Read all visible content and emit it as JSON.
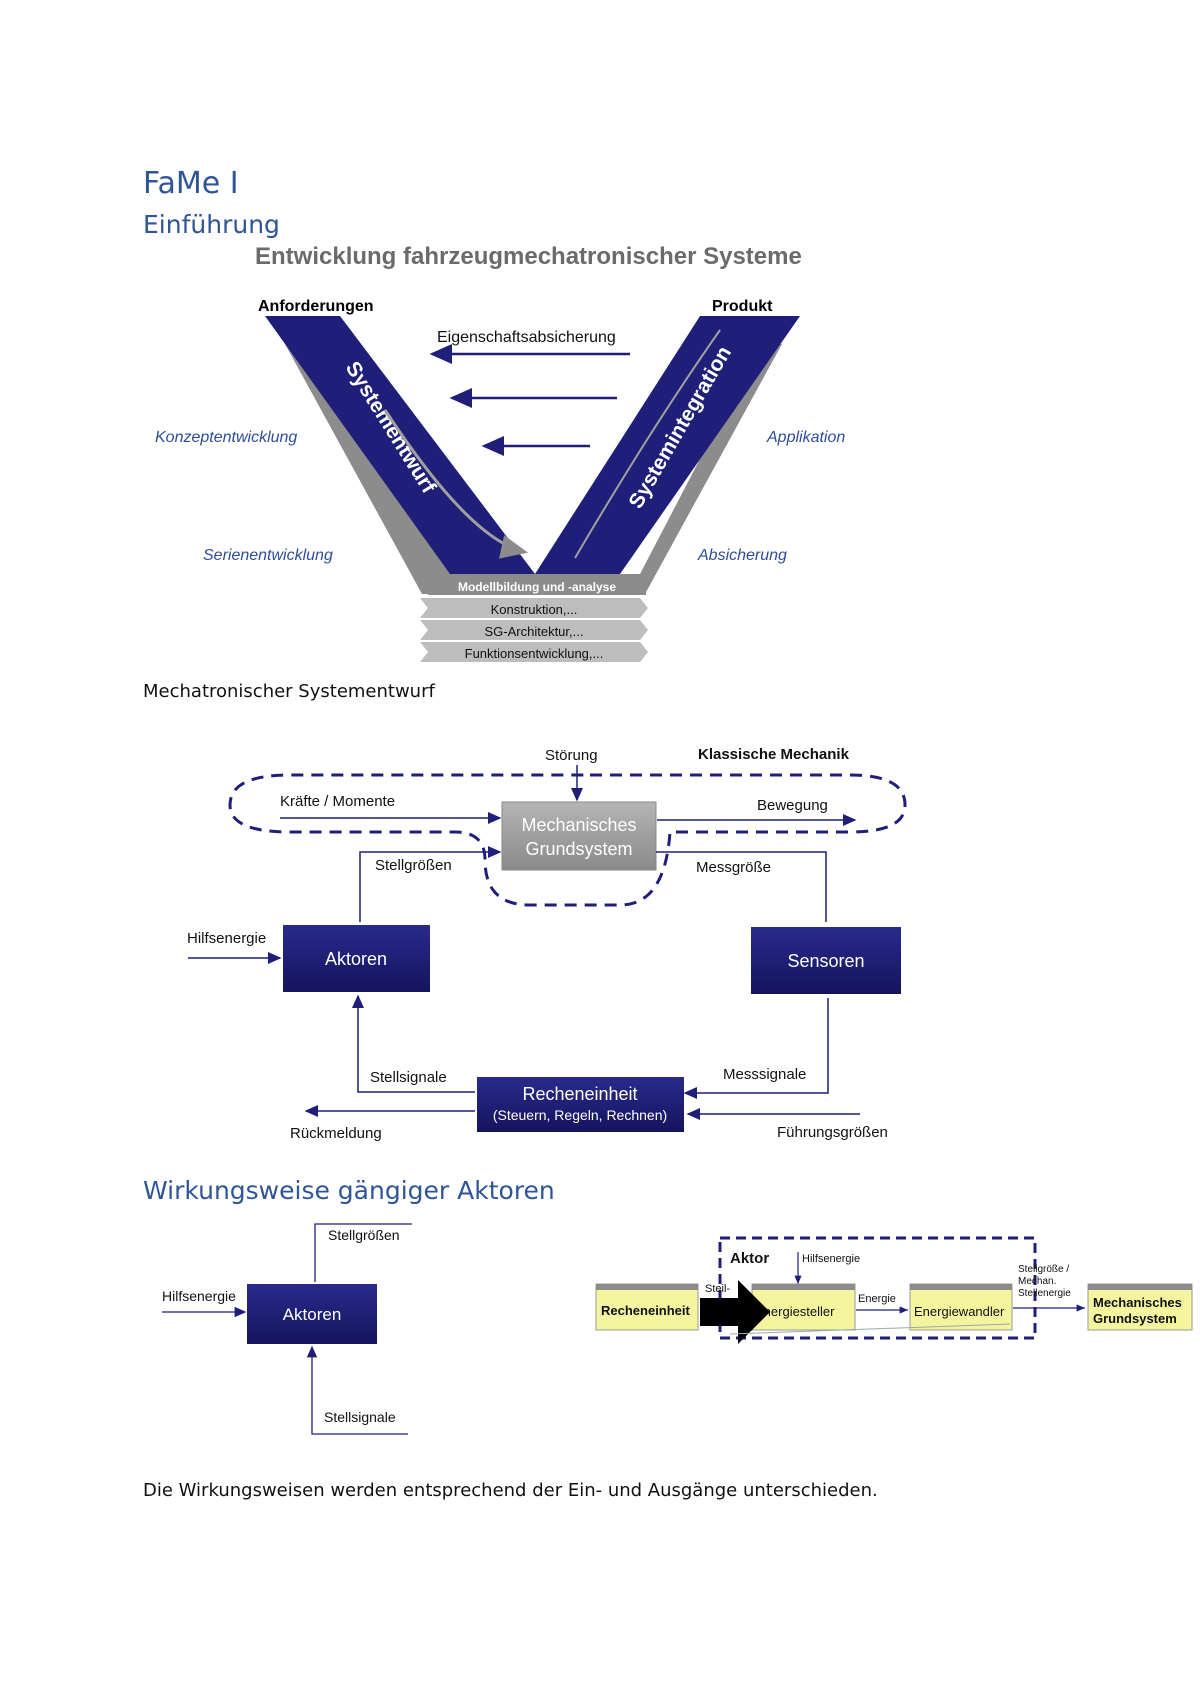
{
  "doc": {
    "title": "FaMe I",
    "subtitle": "Einführung",
    "caption_mechatronik": "Mechatronischer Systementwurf",
    "heading_aktoren": "Wirkungsweise gängiger Aktoren",
    "closing_text": "Die Wirkungsweisen werden entsprechend der Ein- und Ausgänge unterschieden."
  },
  "vmodel": {
    "title": "Entwicklung fahrzeugmechatronischer Systeme",
    "left_top": "Anforderungen",
    "right_top": "Produkt",
    "left_arm": "Systementwurf",
    "right_arm": "Systemintegration",
    "arrow_label": "Eigenschaftsabsicherung",
    "left_upper": "Konzeptentwicklung",
    "left_lower": "Serienentwicklung",
    "right_upper": "Applikation",
    "right_lower": "Absicherung",
    "base": "Modellbildung und -analyse",
    "layers": [
      "Konstruktion,...",
      "SG-Architektur,...",
      "Funktionsentwicklung,..."
    ],
    "colors": {
      "navy": "#1f1f7a",
      "gray": "#8c8c8c",
      "layer": "#bdbdbd"
    }
  },
  "mecha": {
    "stoerung": "Störung",
    "klassisch": "Klassische Mechanik",
    "kraefte": "Kräfte / Momente",
    "bewegung": "Bewegung",
    "grund_line1": "Mechanisches",
    "grund_line2": "Grundsystem",
    "stellgroessen": "Stellgrößen",
    "messgroesse": "Messgröße",
    "hilfsenergie": "Hilfsenergie",
    "aktoren": "Aktoren",
    "sensoren": "Sensoren",
    "stellsignale": "Stellsignale",
    "messsignale": "Messsignale",
    "recheneinheit": "Recheneinheit",
    "recheneinheit_sub": "(Steuern, Regeln, Rechnen)",
    "rueckmeldung": "Rückmeldung",
    "fuehrung": "Führungsgrößen"
  },
  "aktor_simple": {
    "stellgroessen": "Stellgrößen",
    "hilfsenergie": "Hilfsenergie",
    "aktoren": "Aktoren",
    "stellsignale": "Stellsignale"
  },
  "aktor_chain": {
    "aktor": "Aktor",
    "hilfsenergie": "Hilfsenergie",
    "steil": "Steil-",
    "recheneinheit": "Recheneinheit",
    "energiesteller": "Energiesteller",
    "energie": "Energie",
    "energiewandler": "Energiewandler",
    "out1": "Stellgröße /",
    "out2": "Mechan.",
    "out3": "Stellenergie",
    "mech1": "Mechanisches",
    "mech2": "Grundsystem"
  }
}
